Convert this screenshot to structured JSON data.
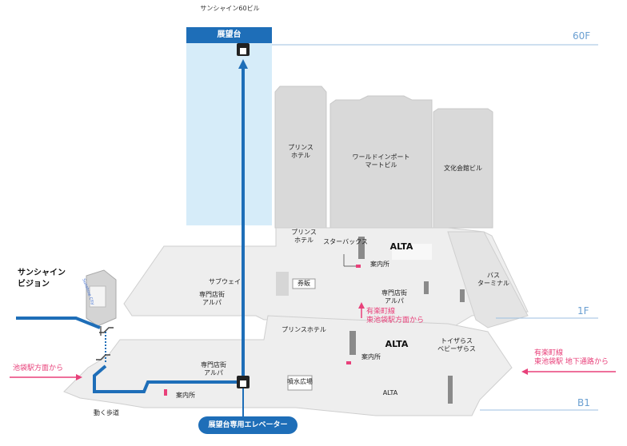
{
  "header": {
    "building_caption": "サンシャイン60ビル"
  },
  "observatory": {
    "label": "展望台"
  },
  "floors": {
    "f60": "60F",
    "f1": "1F",
    "b1": "B1"
  },
  "buildings": {
    "prince_hotel": "プリンス\nホテル",
    "world_import": "ワールドインポート\nマートビル",
    "bunka_kaikan": "文化会館ビル"
  },
  "floor_1f": {
    "prince_hotel_small": "プリンス\nホテル",
    "starbucks": "スターバックス",
    "alta": "ALTA",
    "info": "案内所",
    "subway": "サブウェイ",
    "tickets": "券販",
    "alpa": "専門店街\nアルパ",
    "alpa2": "専門店街\nアルパ",
    "bus_terminal": "バス\nターミナル",
    "from_yurakucho": "有楽町線\n東池袋駅方面から"
  },
  "floor_b1": {
    "prince_hotel": "プリンスホテル",
    "alta": "ALTA",
    "alta2": "ALTA",
    "toys": "トイザらス\nベビーザらス",
    "info": "案内所",
    "info2": "案内所",
    "alpa": "専門店街\nアルパ",
    "fountain": "噴水広場",
    "walkway": "動く歩道"
  },
  "vision": {
    "label": "サンシャイン\nビジョン",
    "screen_text": "Sunshine City"
  },
  "access": {
    "from_ikebukuro": "池袋駅方面から",
    "from_east_ikebukuro": "有楽町線\n東池袋駅 地下通路から"
  },
  "elevator_pill": "展望台専用エレベーター",
  "colors": {
    "route": "#1e6eb8",
    "accent_pink": "#e8407a",
    "observatory_shaft": "#d6ecf9",
    "floor_line": "#9dbfe0"
  },
  "icons": [
    "elevator-icon",
    "elevator-icon-b1",
    "info-marker-icon",
    "arrow-up-icon",
    "arrow-right-icon",
    "arrow-left-icon"
  ]
}
